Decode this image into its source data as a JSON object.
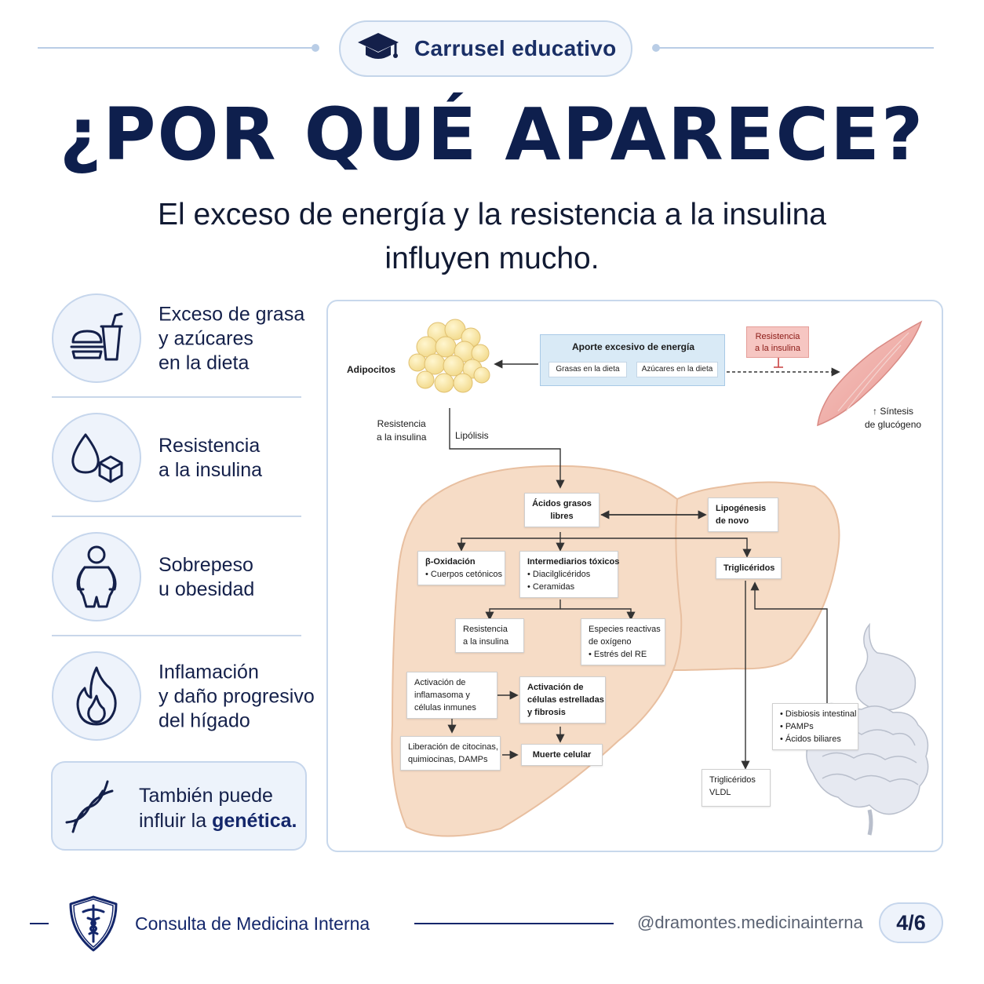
{
  "header": {
    "badge_label": "Carrusel educativo",
    "badge_icon": "graduation-cap-icon",
    "title": "¿POR QUÉ APARECE?",
    "subtitle_line1": "El exceso de energía y la resistencia a la insulina",
    "subtitle_line2": "influyen mucho."
  },
  "factors": [
    {
      "icon": "burger-soda-icon",
      "lines": [
        "Exceso de grasa",
        "y azúcares",
        "en la dieta"
      ]
    },
    {
      "icon": "drop-cube-icon",
      "lines": [
        "Resistencia",
        "a la insulina"
      ]
    },
    {
      "icon": "body-silhouette-icon",
      "lines": [
        "Sobrepeso",
        "u obesidad"
      ]
    },
    {
      "icon": "flame-icon",
      "lines": [
        "Inflamación",
        "y daño progresivo",
        "del hígado"
      ]
    }
  ],
  "genetics": {
    "icon": "dna-icon",
    "line1": "También puede",
    "line2_prefix": "influir la ",
    "line2_bold": "genética."
  },
  "diagram": {
    "adipocitos": "Adipocitos",
    "energy_title": "Aporte excesivo de energía",
    "energy_fats": "Grasas en la dieta",
    "energy_sugars": "Azúcares en la dieta",
    "resist_muscle": [
      "Resistencia",
      "a la insulina"
    ],
    "glycogen": [
      "↑ Síntesis",
      "de glucógeno"
    ],
    "resist_adipose": [
      "Resistencia",
      "a la insulina"
    ],
    "lipolysis": "Lipólisis",
    "ffa": [
      "Ácidos grasos",
      "libres"
    ],
    "lipogenesis": [
      "Lipogénesis",
      "de novo"
    ],
    "beta_title": "β-Oxidación",
    "beta_items": [
      "• Cuerpos cetónicos"
    ],
    "toxic_title": "Intermediarios tóxicos",
    "toxic_items": [
      "• Diacilglicéridos",
      "• Ceramidas"
    ],
    "triglycerides": "Triglicéridos",
    "resist_liver": [
      "Resistencia",
      "a la insulina"
    ],
    "ros": [
      "Especies reactivas",
      "de oxígeno",
      "• Estrés del RE"
    ],
    "inflammasome": [
      "Activación de",
      "inflamasoma y",
      "células inmunes"
    ],
    "stellate": [
      "Activación de",
      "células estrelladas",
      "y fibrosis"
    ],
    "cytokines": [
      "Liberación de citocinas,",
      "quimiocinas, DAMPs"
    ],
    "cell_death": "Muerte celular",
    "gut": [
      "• Disbiosis intestinal",
      "• PAMPs",
      "• Ácidos biliares"
    ],
    "vldl": [
      "Triglicéridos",
      "VLDL"
    ]
  },
  "footer": {
    "clinic": "Consulta de Medicina Interna",
    "clinic_icon": "caduceus-shield-icon",
    "handle": "@dramontes.medicinainterna",
    "page": "4/6"
  },
  "colors": {
    "navy": "#0e1f4d",
    "accent_blue": "#14276b",
    "soft_blue": "#eef3fb",
    "liver": "#f6dcc6",
    "muscle": "#f2b9b4"
  }
}
